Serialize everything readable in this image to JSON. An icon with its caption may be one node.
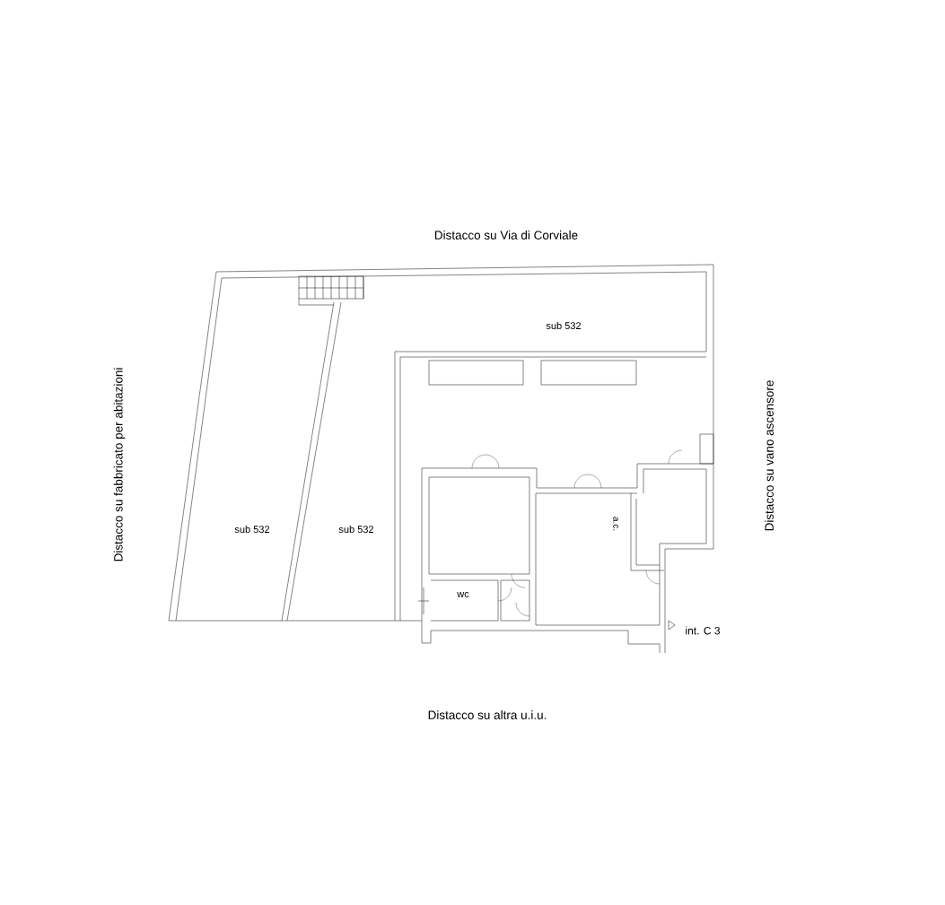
{
  "diagram": {
    "labels": [
      "Distacco su Via di Corviale",
      "sub 532",
      "Distacco su fabbricato per abitazioni",
      "Distacco su vano ascensore",
      "a.c.",
      "sub 532",
      "sub 532",
      "wc",
      "int. C 3",
      "Distacco su altra u.i.u."
    ]
  }
}
